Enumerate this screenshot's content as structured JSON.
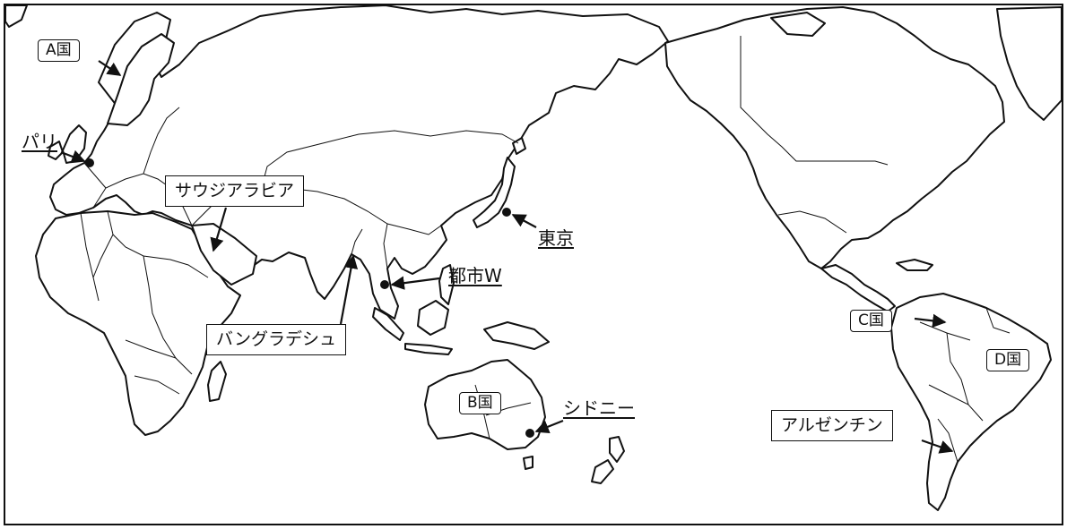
{
  "labels": {
    "country_a": "A国",
    "country_b": "B国",
    "country_c": "C国",
    "country_d": "D国",
    "saudi": "サウジアラビア",
    "bangladesh": "バングラデシュ",
    "argentina": "アルゼンチン",
    "paris": "パリ",
    "tokyo": "東京",
    "city_w": "都市W",
    "sydney": "シドニー"
  }
}
